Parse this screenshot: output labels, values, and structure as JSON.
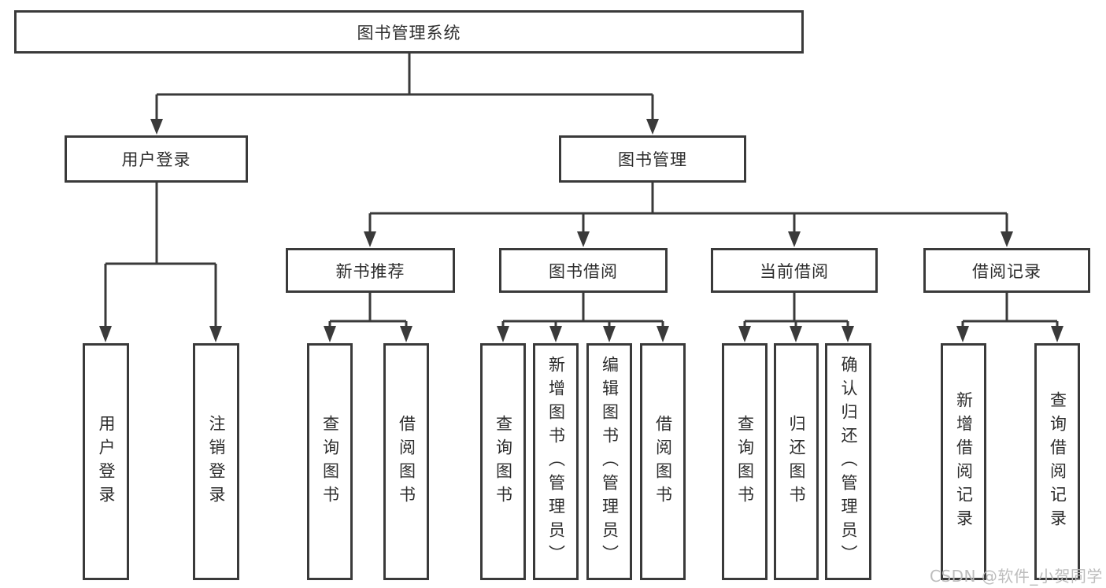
{
  "diagram": {
    "root": {
      "label": "图书管理系统"
    },
    "branches": [
      {
        "label": "用户登录",
        "children": [
          {
            "label": "用户登录"
          },
          {
            "label": "注销登录"
          }
        ]
      },
      {
        "label": "图书管理",
        "children": [
          {
            "label": "新书推荐",
            "children": [
              {
                "label": "查询图书"
              },
              {
                "label": "借阅图书"
              }
            ]
          },
          {
            "label": "图书借阅",
            "children": [
              {
                "label": "查询图书"
              },
              {
                "label": "新增图书（管理员）"
              },
              {
                "label": "编辑图书（管理员）"
              },
              {
                "label": "借阅图书"
              }
            ]
          },
          {
            "label": "当前借阅",
            "children": [
              {
                "label": "查询图书"
              },
              {
                "label": "归还图书"
              },
              {
                "label": "确认归还（管理员）"
              }
            ]
          },
          {
            "label": "借阅记录",
            "children": [
              {
                "label": "新增借阅记录"
              },
              {
                "label": "查询借阅记录"
              }
            ]
          }
        ]
      }
    ]
  },
  "watermark": {
    "text": "CSDN @软件_小贺同学"
  },
  "colors": {
    "line": "#3a3a3a",
    "box_border": "#3a3a3a",
    "text": "#2d2d2d",
    "watermark": "#b9b9b9",
    "background": "#ffffff"
  }
}
